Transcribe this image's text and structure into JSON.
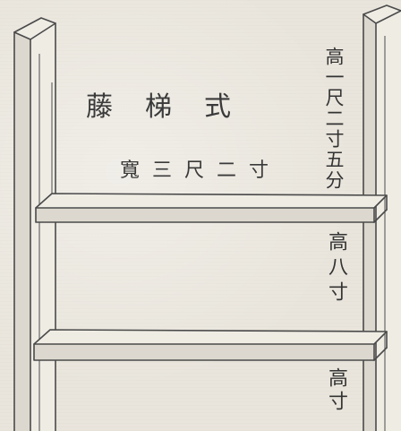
{
  "title": "藤梯式",
  "width_label": "寬三尺二寸",
  "side_labels": {
    "top_height": "高一尺二寸五分",
    "middle_height": "高八寸",
    "bottom_height": "高寸"
  }
}
